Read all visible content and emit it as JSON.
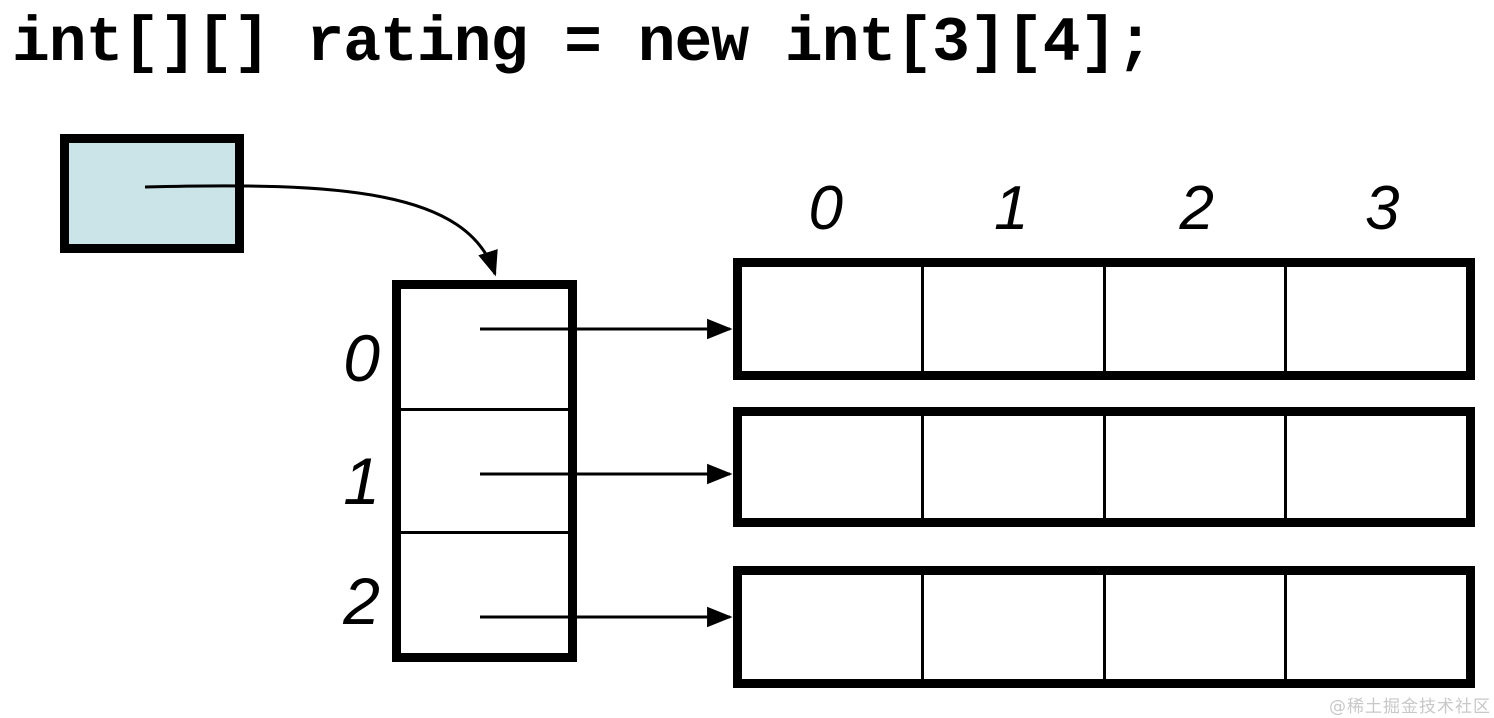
{
  "title": "int[][] rating = new int[3][4];",
  "diagram": {
    "reference_box": {
      "fill_color": "#cbe4e8",
      "border_color": "#000000"
    },
    "spine": {
      "row_count": 3,
      "row_labels": [
        "0",
        "1",
        "2"
      ]
    },
    "rows": {
      "column_count": 4,
      "column_labels": [
        "0",
        "1",
        "2",
        "3"
      ],
      "cell_values": [
        [
          "",
          "",
          "",
          ""
        ],
        [
          "",
          "",
          "",
          ""
        ],
        [
          "",
          "",
          "",
          ""
        ]
      ]
    },
    "line_color": "#000000"
  },
  "watermark": "@稀土掘金技术社区"
}
